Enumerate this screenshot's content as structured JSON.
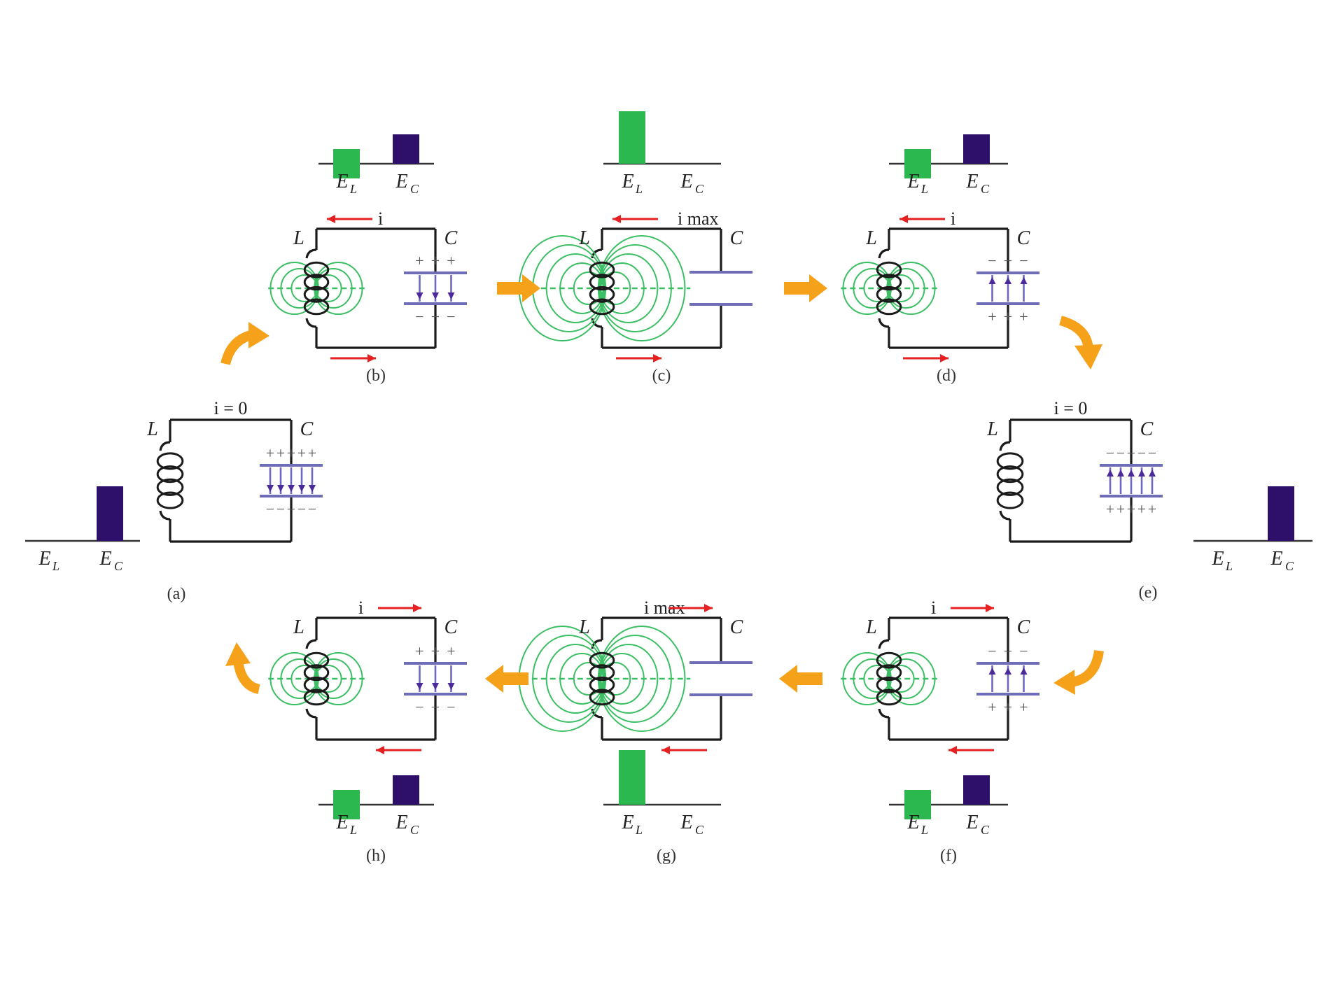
{
  "colors": {
    "inductor_energy": "#2bb84f",
    "capacitor_energy": "#2e0f6a",
    "current_arrow": "#e62020",
    "transition_arrow": "#f5a11a",
    "magnetic_field": "#3cbf64",
    "electric_field": "#7068c0"
  },
  "labels": {
    "inductor": "L",
    "capacitor": "C",
    "energy_letter": "E",
    "energy_L_sub": "L",
    "energy_C_sub": "C"
  },
  "panels": [
    {
      "id": "a",
      "caption": "(a)",
      "current_label": "i = 0",
      "E_L": 0,
      "E_C": 1
    },
    {
      "id": "b",
      "caption": "(b)",
      "current_label": "i",
      "E_L": 0.5,
      "E_C": 0.5
    },
    {
      "id": "c",
      "caption": "(c)",
      "current_label": "i max",
      "E_L": 1,
      "E_C": 0
    },
    {
      "id": "d",
      "caption": "(d)",
      "current_label": "i",
      "E_L": 0.5,
      "E_C": 0.5
    },
    {
      "id": "e",
      "caption": "(e)",
      "current_label": "i = 0",
      "E_L": 0,
      "E_C": 1
    },
    {
      "id": "f",
      "caption": "(f)",
      "current_label": "i",
      "E_L": 0.5,
      "E_C": 0.5
    },
    {
      "id": "g",
      "caption": "(g)",
      "current_label": "i max",
      "E_L": 1,
      "E_C": 0
    },
    {
      "id": "h",
      "caption": "(h)",
      "current_label": "i",
      "E_L": 0.5,
      "E_C": 0.5
    }
  ]
}
